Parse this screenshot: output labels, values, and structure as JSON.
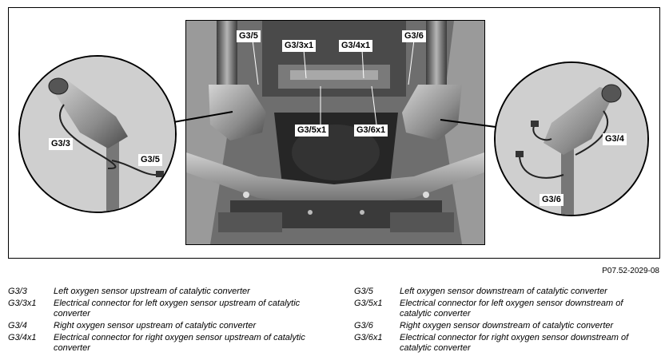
{
  "figure": {
    "photo_code": "P07.52-2029-08"
  },
  "callouts": {
    "main_g35": "G3/5",
    "main_g33x1": "G3/3x1",
    "main_g34x1": "G3/4x1",
    "main_g36": "G3/6",
    "main_g35x1": "G3/5x1",
    "main_g36x1": "G3/6x1",
    "left_g33": "G3/3",
    "left_g35": "G3/5",
    "right_g34": "G3/4",
    "right_g36": "G3/6"
  },
  "legend": {
    "left": [
      {
        "code": "G3/3",
        "desc": "Left oxygen sensor upstream of catalytic converter"
      },
      {
        "code": "G3/3x1",
        "desc": "Electrical connector for left oxygen sensor upstream of catalytic converter"
      },
      {
        "code": "G3/4",
        "desc": "Right oxygen sensor upstream of catalytic converter"
      },
      {
        "code": "G3/4x1",
        "desc": "Electrical connector for right oxygen sensor upstream of catalytic converter"
      }
    ],
    "right": [
      {
        "code": "G3/5",
        "desc": "Left oxygen sensor downstream of catalytic converter"
      },
      {
        "code": "G3/5x1",
        "desc": "Electrical connector for left oxygen sensor downstream of catalytic converter"
      },
      {
        "code": "G3/6",
        "desc": "Right oxygen sensor downstream of catalytic converter"
      },
      {
        "code": "G3/6x1",
        "desc": "Electrical connector for right oxygen sensor downstream of catalytic converter"
      }
    ]
  }
}
